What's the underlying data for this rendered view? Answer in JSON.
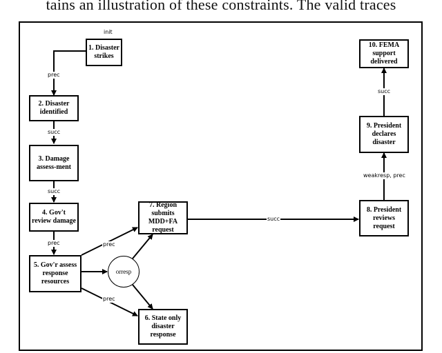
{
  "caption_top": "tains an illustration of these constraints. The valid traces",
  "nodes": {
    "n1": "1. Disaster strikes",
    "n2": "2. Disaster identified",
    "n3": "3. Damage assess-ment",
    "n4": "4. Gov't review damage",
    "n5": "5. Gov'r assess response resources",
    "n6": "6. State only disaster response",
    "n7": "7. Region submits MDD+FA request",
    "n8": "8. President reviews request",
    "n9": "9. President declares disaster",
    "n10": "10. FEMA support delivered",
    "orresp": "orresp"
  },
  "labels": {
    "init": "init",
    "prec_1_2": "prec",
    "succ_2_3": "succ",
    "succ_3_4": "succ",
    "prec_4_5": "prec",
    "prec_5_7": "prec",
    "prec_5_6": "prec",
    "succ_7_8": "succ",
    "weakresp_8_9": "weakresp, prec",
    "succ_9_10": "succ"
  }
}
